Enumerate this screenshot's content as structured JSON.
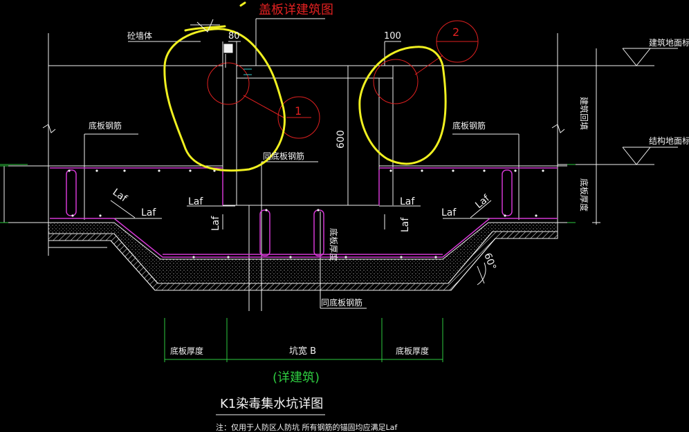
{
  "colors": {
    "background": "#000000",
    "line_white": "#f2f2f2",
    "magenta": "#d438d4",
    "yellow": "#f0f020",
    "red": "#e02020",
    "green": "#2ecc40",
    "cyan": "#33cccc"
  },
  "labels": {
    "title_red": "盖板详建筑图",
    "wall": "砼墙体",
    "dim_top_left": "80",
    "dim_top_right": "100",
    "dim_600": "600",
    "bottom_rebar_left": "底板钢筋",
    "bottom_rebar_right": "底板钢筋",
    "same_bottom_rebar_top": "同底板钢筋",
    "same_bottom_rebar_bottom": "同底板钢筋",
    "laf": "Laf",
    "slab_thickness_center": "底板厚度",
    "arch_floor_level": "建筑地面标高",
    "struct_floor_level": "结构地面标高",
    "backfill": "建筑回填",
    "slab_thickness_right": "底板厚度",
    "dim_left": "底板厚度",
    "dim_mid": "坑宽  B",
    "dim_right": "底板厚度",
    "angle": "60°",
    "callout_1": "1",
    "callout_2": "2",
    "detail_note": "(详建筑)",
    "main_title": "K1染毒集水坑详图",
    "footnote": "注：仅用于人防区人防坑  所有钢筋的锚固均应满足Laf"
  }
}
